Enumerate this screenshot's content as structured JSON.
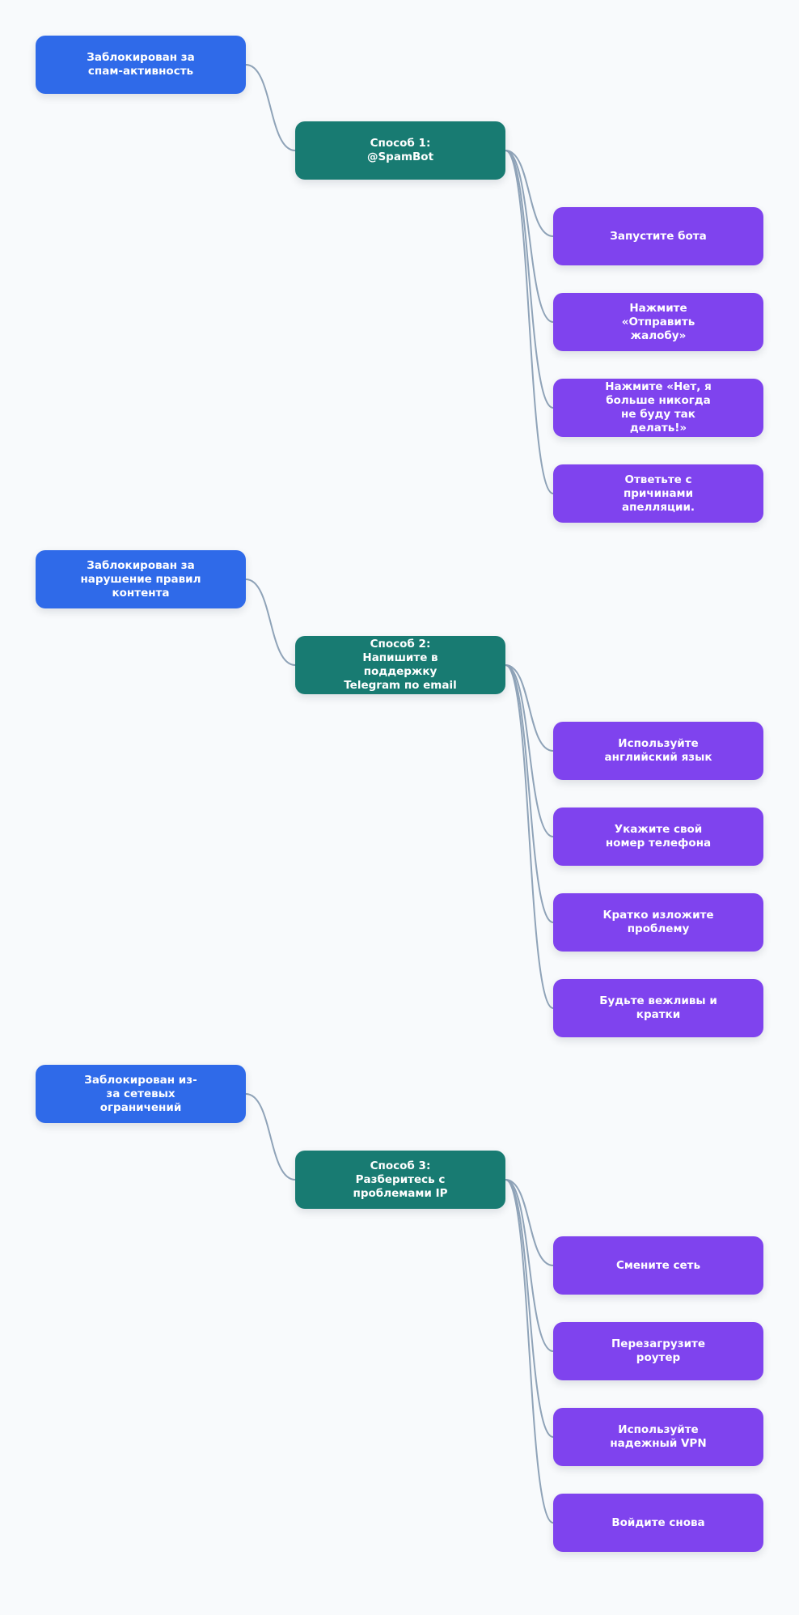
{
  "colors": {
    "background": "#f8fafc",
    "problem": "#2f6ae9",
    "method": "#187b72",
    "step": "#7f43ee",
    "connector": "#8fa3b8"
  },
  "groups": [
    {
      "problem": "Заблокирован за спам-активность",
      "method": "Способ 1: @SpamBot",
      "steps": [
        "Запустите бота",
        "Нажмите «Отправить жалобу»",
        "Нажмите «Нет, я больше никогда не буду так делать!»",
        "Ответьте с причинами апелляции."
      ]
    },
    {
      "problem": "Заблокирован за нарушение правил контента",
      "method": "Способ 2: Напишите в поддержку Telegram по email",
      "steps": [
        "Используйте английский язык",
        "Укажите свой номер телефона",
        "Кратко изложите проблему",
        "Будьте вежливы и кратки"
      ]
    },
    {
      "problem": "Заблокирован из-за сетевых ограничений",
      "method": "Способ 3: Разберитесь с проблемами IP",
      "steps": [
        "Смените сеть",
        "Перезагрузите роутер",
        "Используйте надежный VPN",
        "Войдите снова"
      ]
    }
  ]
}
